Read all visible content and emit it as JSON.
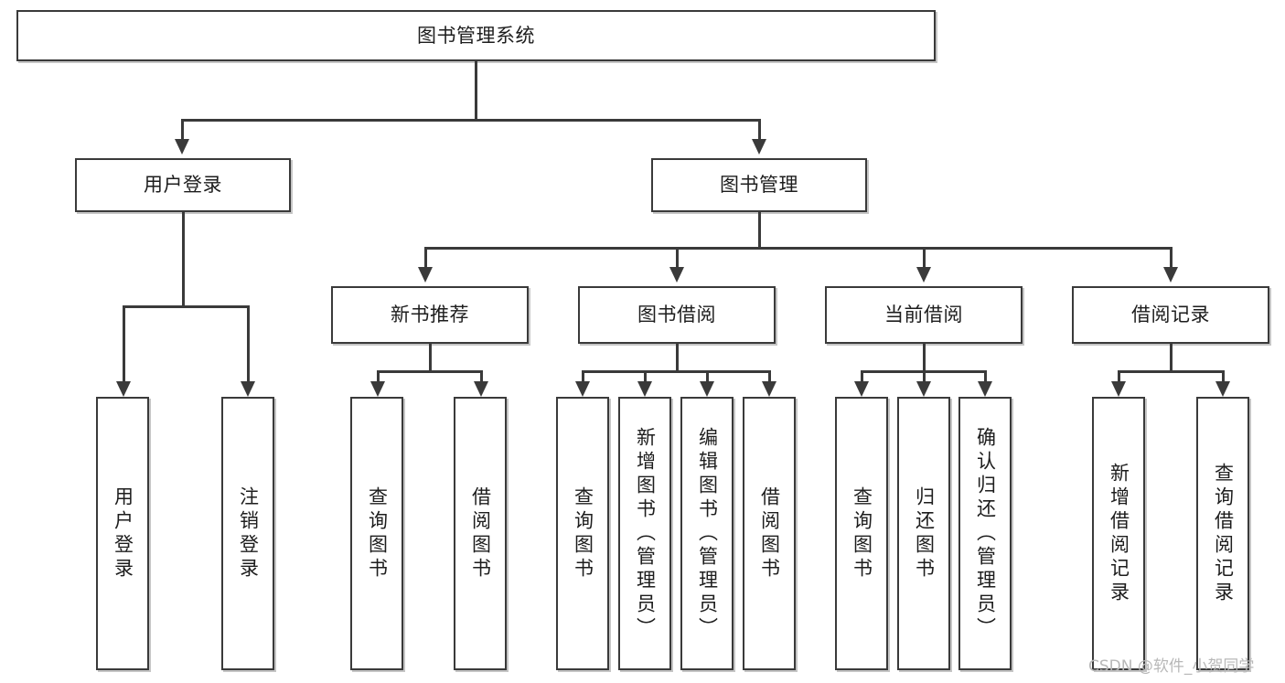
{
  "diagram": {
    "type": "tree",
    "title": "图书管理系统",
    "root": {
      "label": "图书管理系统"
    },
    "level1": [
      {
        "label": "用户登录"
      },
      {
        "label": "图书管理"
      }
    ],
    "level2": [
      {
        "label": "新书推荐"
      },
      {
        "label": "图书借阅"
      },
      {
        "label": "当前借阅"
      },
      {
        "label": "借阅记录"
      }
    ],
    "leaves": {
      "user_login": [
        {
          "label": "用户登录"
        },
        {
          "label": "注销登录"
        }
      ],
      "new_book_recommend": [
        {
          "label": "查询图书"
        },
        {
          "label": "借阅图书"
        }
      ],
      "book_borrow": [
        {
          "label": "查询图书"
        },
        {
          "label": "新增图书（管理员）"
        },
        {
          "label": "编辑图书（管理员）"
        },
        {
          "label": "借阅图书"
        }
      ],
      "current_borrow": [
        {
          "label": "查询图书"
        },
        {
          "label": "归还图书"
        },
        {
          "label": "确认归还（管理员）"
        }
      ],
      "borrow_record": [
        {
          "label": "新增借阅记录"
        },
        {
          "label": "查询借阅记录"
        }
      ]
    }
  },
  "watermark": {
    "text": "CSDN @软件_小贺同学"
  },
  "colors": {
    "stroke": "#3a3a3a",
    "text": "#1d1d1d",
    "background": "#ffffff",
    "watermark": "#b8b8b8"
  }
}
